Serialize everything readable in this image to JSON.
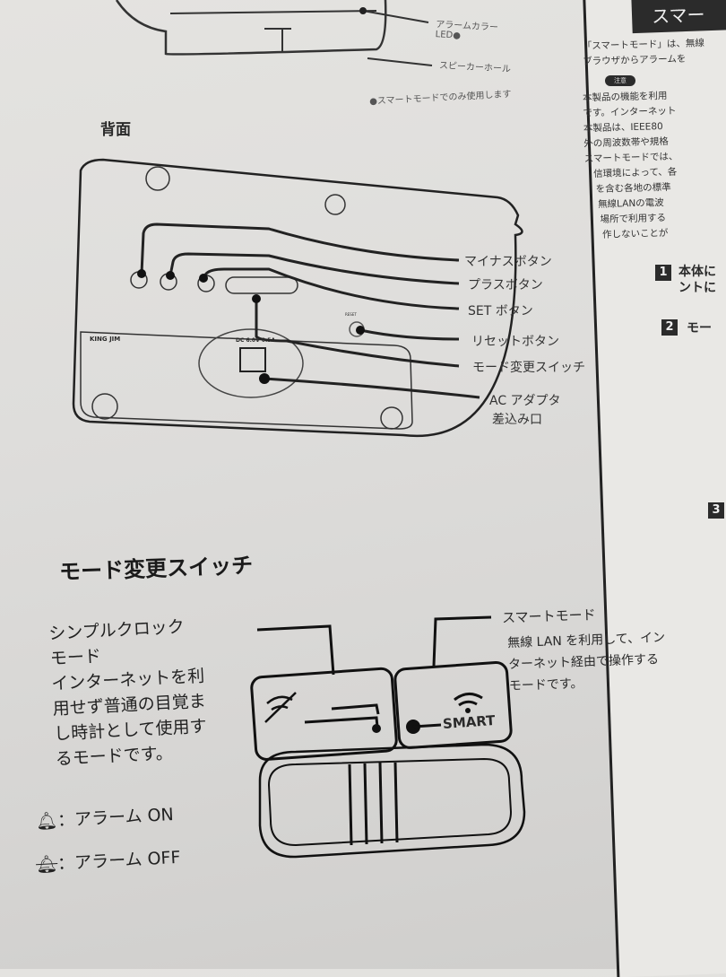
{
  "top": {
    "labels": [
      "アラームカラー",
      "LED●",
      "スピーカーホール"
    ],
    "note": "●スマートモードでのみ使用します"
  },
  "back": {
    "heading": "背面",
    "brand": "KING JIM",
    "dc": "DC 6.0V 0.5A",
    "reset": "RESET",
    "callouts": [
      "マイナスボタン",
      "プラスボタン",
      "SET ボタン",
      "リセットボタン",
      "モード変更スイッチ",
      "AC アダプタ",
      "差込み口"
    ]
  },
  "right": {
    "title": "スマー",
    "lines": [
      "「スマートモード」は、無線",
      "ブラウザからアラームを"
    ],
    "caution": "注意",
    "body": [
      "本製品の機能を利用",
      "です。インターネット",
      "本製品は、IEEE80",
      "外の周波数帯や規格",
      "スマートモードでは、",
      "信環境によって、各",
      "を含む各地の標準",
      "無線LANの電波",
      "場所で利用する",
      "作しないことが"
    ],
    "steps": [
      {
        "num": "1",
        "text": [
          "本体に",
          "ントに"
        ]
      },
      {
        "num": "2",
        "text": [
          "モー"
        ]
      },
      {
        "num": "3",
        "text": []
      }
    ]
  },
  "switch": {
    "heading": "モード変更スイッチ",
    "simple": [
      "シンプルクロック",
      "モード",
      "インターネットを利",
      "用せず普通の目覚ま",
      "し時計として使用す",
      "るモードです。"
    ],
    "alarm_on": "：アラーム ON",
    "alarm_off": "：アラーム OFF",
    "smart_title": "スマートモード",
    "smart_desc": [
      "無線 LAN を利用して、イン",
      "ターネット経由で操作する",
      "モードです。"
    ],
    "smart_label": "SMART"
  }
}
